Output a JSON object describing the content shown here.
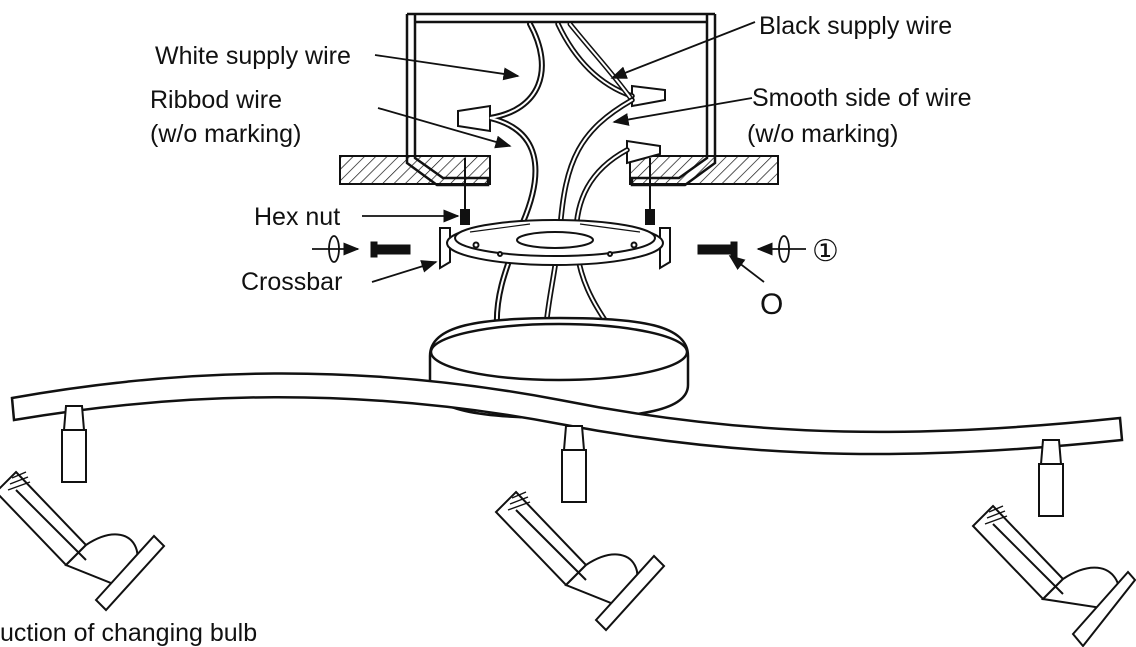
{
  "labels": {
    "white_supply_wire": "White supply wire",
    "ribbed_wire_1": "Ribbod wire",
    "ribbed_wire_2": "(w/o marking)",
    "black_supply_wire": "Black supply wire",
    "smooth_side_1": "Smooth side of wire",
    "smooth_side_2": "(w/o marking)",
    "hex_nut": "Hex nut",
    "crossbar": "Crossbar",
    "step_marker": "①",
    "screw_marker": "O",
    "bottom_caption": "uction of changing bulb"
  },
  "colors": {
    "line": "#111111",
    "background": "#ffffff"
  }
}
